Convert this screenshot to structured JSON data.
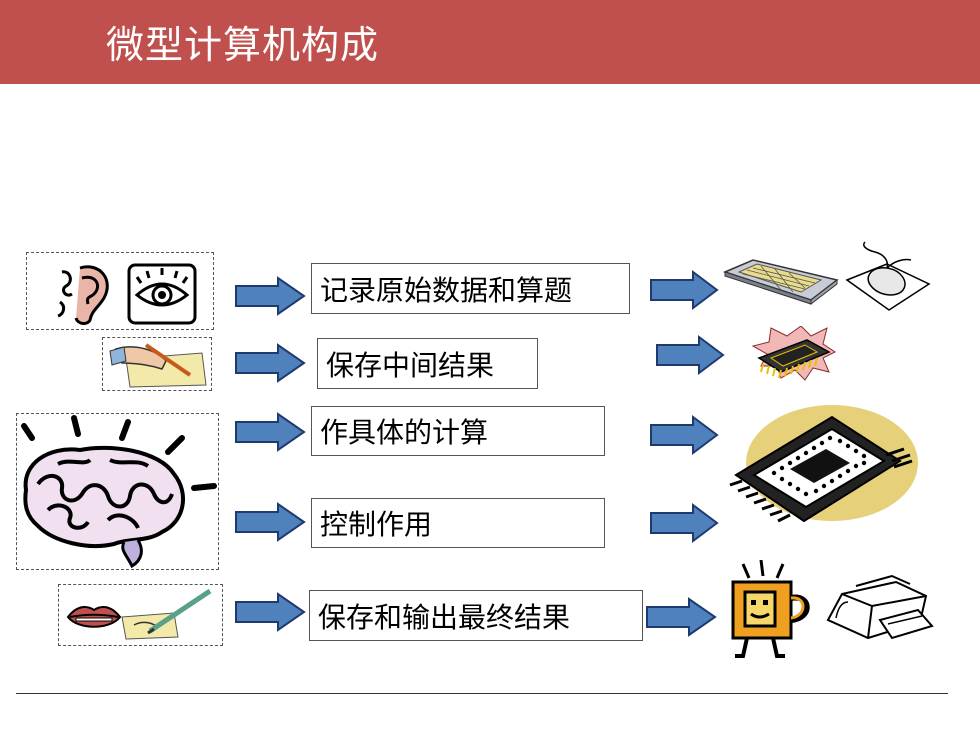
{
  "slide": {
    "title": "微型计算机构成",
    "rows": [
      {
        "label": "记录原始数据和算题"
      },
      {
        "label": "保存中间结果"
      },
      {
        "label": "作具体的计算"
      },
      {
        "label": "控制作用"
      },
      {
        "label": "保存和输出最终结果"
      }
    ]
  },
  "colors": {
    "title_bar": "#c0504d",
    "arrow_fill": "#4f81bd",
    "arrow_stroke": "#1f3a6e"
  },
  "icons": {
    "row1_left": [
      "ear-icon",
      "eye-icon"
    ],
    "row2_left": [
      "hand-writing-icon"
    ],
    "row3_left": [
      "brain-icon"
    ],
    "row5_left": [
      "lips-icon",
      "pen-paper-icon"
    ],
    "row1_right": [
      "keyboard-icon",
      "mouse-icon"
    ],
    "row2_right": [
      "memory-chip-icon"
    ],
    "row3_right": [
      "cpu-chip-icon"
    ],
    "row5_right": [
      "monitor-character-icon",
      "printer-icon"
    ]
  }
}
